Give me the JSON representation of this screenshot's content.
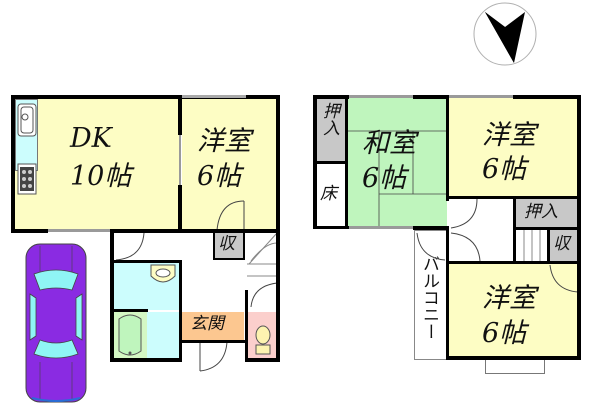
{
  "plan": {
    "type": "floor_plan",
    "floors": 2,
    "colors": {
      "western_room": "#fdfdc4",
      "japanese_room": "#bff5bd",
      "storage": "#c8c8c8",
      "water_area": "#ccfdfd",
      "bath": "#d4f7c4",
      "entrance": "#fcc790",
      "toilet": "#fbcfcc",
      "car_body": "#8a2be2",
      "car_glass": "#8ff5f5",
      "wall": "#000000"
    }
  },
  "compass": {
    "icon": "north-arrow-icon",
    "direction": "down"
  },
  "floor1": {
    "dk": {
      "name": "DK",
      "size": "10帖"
    },
    "western_room": {
      "name": "洋室",
      "size": "6帖"
    },
    "storage": {
      "name": "収"
    },
    "entrance": {
      "name": "玄関"
    },
    "washroom": {
      "icon": "sink-icon"
    },
    "bath": {
      "icon": "bathtub-icon"
    },
    "toilet": {
      "icon": "toilet-icon"
    },
    "kitchen": {
      "icons": [
        "kitchen-sink-icon",
        "stove-icon"
      ]
    },
    "parking": {
      "icon": "car-icon"
    }
  },
  "floor2": {
    "japanese_room": {
      "name": "和室",
      "size": "6帖"
    },
    "closet_left": {
      "name": "押入"
    },
    "alcove": {
      "name": "床"
    },
    "western_room_top": {
      "name": "洋室",
      "size": "6帖"
    },
    "closet_right": {
      "name": "押入"
    },
    "storage": {
      "name": "収"
    },
    "balcony": {
      "name": "バルコニー"
    },
    "western_room_bottom": {
      "name": "洋室",
      "size": "6帖"
    }
  }
}
